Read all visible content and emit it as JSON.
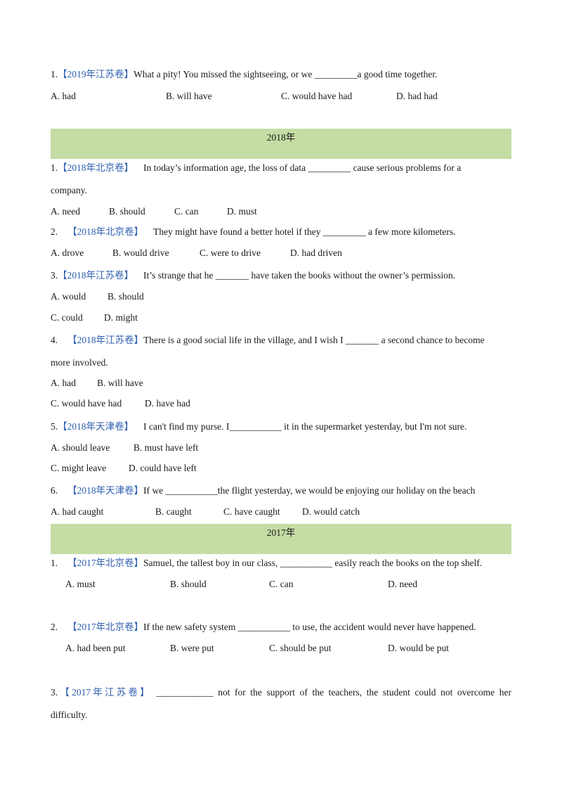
{
  "q2019": {
    "num": "1.",
    "tag": "【2019年江苏卷】",
    "stem": "What a pity! You missed the sightseeing, or we _________a good time together.",
    "options": [
      "A. had",
      "B. will have",
      "C. would have had",
      "D. had had"
    ]
  },
  "band2018": "2018年",
  "q2018": [
    {
      "num": "1.",
      "tag": "【2018年北京卷】",
      "stem1": "In today’s information age, the loss of data _________ cause serious problems for a",
      "stem2": "company.",
      "options": [
        "A.   need",
        "B.   should",
        "C.   can",
        "D.   must"
      ]
    },
    {
      "num": "2.",
      "tag": "【2018年北京卷】",
      "stem": "They might have found a better hotel if they _________ a few more kilometers.",
      "options": [
        "A.   drove",
        "B.   would drive",
        "C.   were to drive",
        "D.   had driven"
      ]
    },
    {
      "num": "3.",
      "tag": "【2018年江苏卷】",
      "stem": "It’s strange that he _______ have taken the books without the owner’s permission.",
      "options": [
        "A. would",
        "B. should",
        "C. could",
        "D. might"
      ]
    },
    {
      "num": "4.",
      "tag": "【2018年江苏卷】",
      "stem1": "There is a good social life in the village, and I wish I  _______ a second chance to become",
      "stem2": "more involved.",
      "options": [
        "A. had",
        "B. will have",
        "C. would have had",
        "D. have had"
      ]
    },
    {
      "num": "5.",
      "tag": "【2018年天津卷】",
      "stem": "I can't find my purse. I___________ it in the supermarket yesterday, but I'm not sure.",
      "options": [
        "A. should leave",
        "B. must have left",
        "C. might leave",
        "D. could have left"
      ]
    },
    {
      "num": "6.",
      "tag": "【2018年天津卷】",
      "stem": "If we ___________the flight yesterday, we would be enjoying our holiday on the beach",
      "options": [
        "A. had caught",
        "B. caught",
        "C. have caught",
        "D. would catch"
      ]
    }
  ],
  "band2017": "2017年",
  "q2017": [
    {
      "num": "1.",
      "tag": "【2017年北京卷】",
      "stem": "Samuel, the tallest boy in our class, ___________ easily reach the books on the top shelf.",
      "options": [
        "A. must",
        "B. should",
        "C. can",
        "D. need"
      ]
    },
    {
      "num": "2.",
      "tag": "【2017年北京卷】",
      "stem": "If the new safety system ___________ to use, the accident would never have happened.",
      "options": [
        "A. had been put",
        "B. were put",
        "C. should be put",
        "D. would be put"
      ]
    },
    {
      "num": "3.",
      "tag": "【2017年江苏卷】",
      "stem1": "____________ not for the support of the teachers, the student could not overcome her",
      "stem2": "difficulty."
    }
  ]
}
